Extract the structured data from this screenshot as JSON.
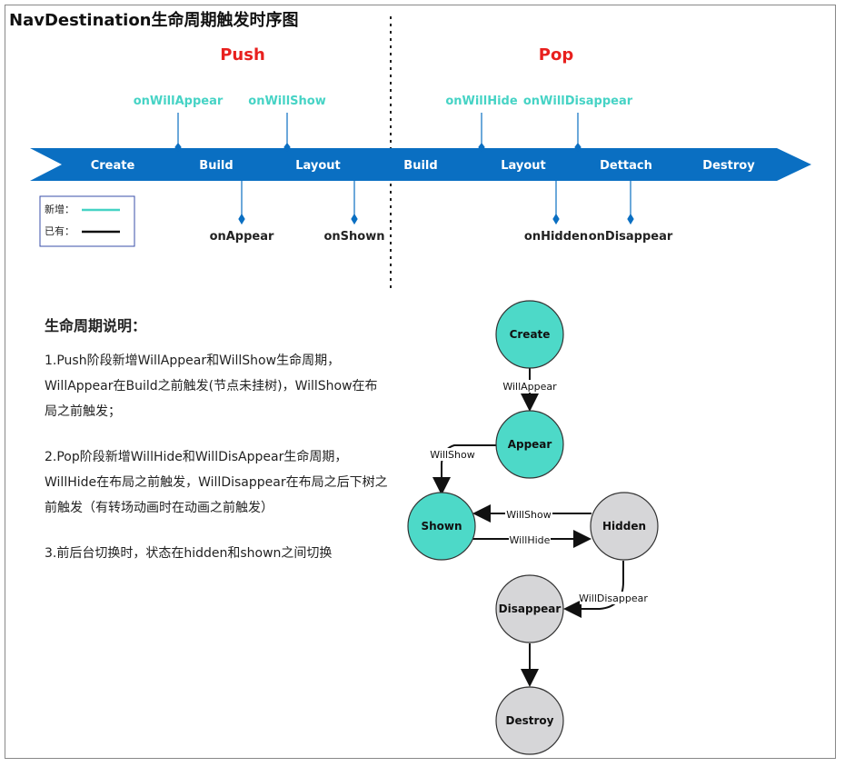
{
  "title": "NavDestination生命周期触发时序图",
  "phases": {
    "push": "Push",
    "pop": "Pop"
  },
  "stages": [
    "Create",
    "Build",
    "Layout",
    "Build",
    "Layout",
    "Dettach",
    "Destroy"
  ],
  "new_callbacks": [
    "onWillAppear",
    "onWillShow",
    "onWillHide",
    "onWillDisappear"
  ],
  "existing_callbacks": [
    "onAppear",
    "onShown",
    "onHidden",
    "onDisappear"
  ],
  "legend": {
    "new_label": "新增：",
    "existing_label": "已有："
  },
  "colors": {
    "arrow": "#0a6fc2",
    "new": "#46d3c5",
    "existing": "#111111",
    "phase": "#e8201e",
    "node_new": "#4dd9c8",
    "node_old": "#d6d6d8"
  },
  "notes": {
    "heading": "生命周期说明：",
    "p1": "1.Push阶段新增WillAppear和WillShow生命周期，WillAppear在Build之前触发(节点未挂树)，WillShow在布局之前触发；",
    "p2": "2.Pop阶段新增WillHide和WillDisAppear生命周期，WillHide在布局之前触发，WillDisappear在布局之后下树之前触发（有转场动画时在动画之前触发）",
    "p3": "3.前后台切换时，状态在hidden和shown之间切换"
  },
  "states": {
    "create": "Create",
    "appear": "Appear",
    "shown": "Shown",
    "hidden": "Hidden",
    "disappear": "Disappear",
    "destroy": "Destroy"
  },
  "transitions": {
    "will_appear": "WillAppear",
    "will_show_1": "WillShow",
    "will_show_2": "WillShow",
    "will_hide": "WillHide",
    "will_disappear": "WillDisappear"
  }
}
